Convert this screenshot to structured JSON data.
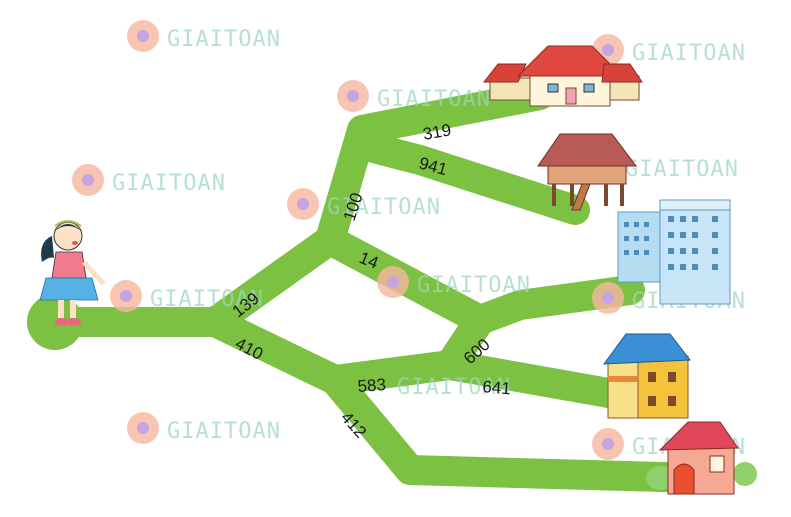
{
  "diagram": {
    "type": "path-map",
    "description": "Girl at start choosing paths to houses; each path segment labeled with a number",
    "path_color": "#7cc142",
    "start": "girl",
    "destinations": [
      "red-roof-house",
      "stilt-house",
      "apartment-buildings",
      "yellow-blue-house",
      "small-pink-house"
    ],
    "segments": [
      {
        "id": "s139",
        "label": "139"
      },
      {
        "id": "s410",
        "label": "410"
      },
      {
        "id": "s100",
        "label": "100"
      },
      {
        "id": "s319",
        "label": "319"
      },
      {
        "id": "s941",
        "label": "941"
      },
      {
        "id": "s14",
        "label": "14"
      },
      {
        "id": "s600",
        "label": "600"
      },
      {
        "id": "s583",
        "label": "583"
      },
      {
        "id": "s641",
        "label": "641"
      },
      {
        "id": "s412",
        "label": "412"
      }
    ]
  },
  "labels": {
    "l139": "139",
    "l410": "410",
    "l100": "100",
    "l319": "319",
    "l941": "941",
    "l14": "14",
    "l600": "600",
    "l583": "583",
    "l641": "641",
    "l412": "412"
  },
  "watermark": {
    "text": "GIAITOAN"
  }
}
